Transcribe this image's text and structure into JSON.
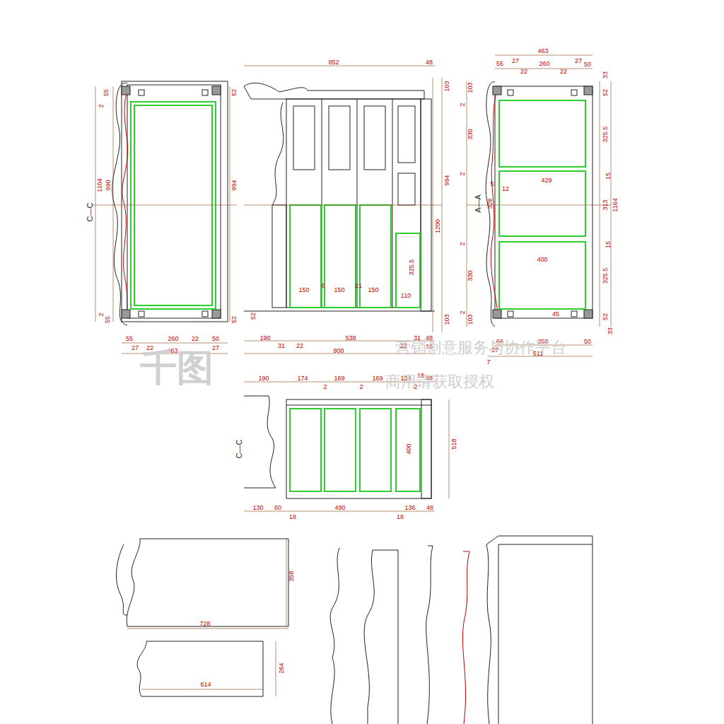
{
  "diagram": {
    "labels": [
      "55",
      "52",
      "2",
      "1104",
      "990",
      "C—C",
      "994",
      "2",
      "55",
      "52",
      "55",
      "27",
      "22",
      "260",
      "22",
      "50",
      "27",
      "463",
      "852",
      "48",
      "103",
      "994",
      "1200",
      "150",
      "8",
      "150",
      "21",
      "150",
      "110",
      "325.5",
      "103",
      "52",
      "190",
      "31",
      "22",
      "538",
      "22",
      "31",
      "48",
      "18",
      "900",
      "463",
      "55",
      "27",
      "22",
      "260",
      "22",
      "27",
      "50",
      "33",
      "103",
      "52",
      "2",
      "330",
      "325.5",
      "2",
      "15",
      "429",
      "5",
      "12",
      "A—A",
      "326",
      "313",
      "1164",
      "2",
      "15",
      "330",
      "400",
      "325.5",
      "2",
      "103",
      "45",
      "52",
      "33",
      "66",
      "358",
      "50",
      "37",
      "511",
      "7",
      "190",
      "174",
      "2",
      "169",
      "2",
      "169",
      "124",
      "18",
      "2",
      "48",
      "C—C",
      "400",
      "518",
      "130",
      "60",
      "490",
      "136",
      "48",
      "18",
      "18",
      "358",
      "728",
      "264",
      "614",
      "千图",
      "营销创意服务与协作平台",
      "商用请获取授权"
    ]
  }
}
